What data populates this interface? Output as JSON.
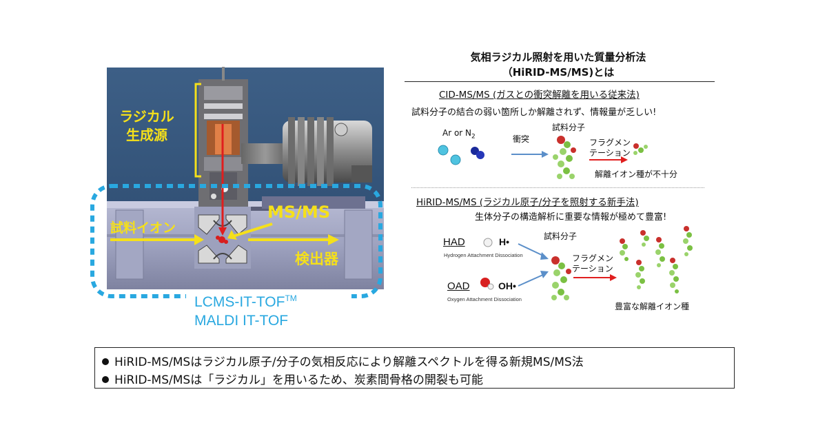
{
  "instrument": {
    "source_label_line1": "ラジカル",
    "source_label_line2": "生成源",
    "ion_label": "試料イオン",
    "msms_label": "MS/MS",
    "detector_label": "検出器",
    "model_line1": "LCMS-IT-TOF",
    "model_line1_sup": "TM",
    "model_line2": "MALDI IT-TOF",
    "colors": {
      "yellow": "#f5e01a",
      "cyan": "#29a8e0",
      "steel": "#8a8fa0"
    }
  },
  "panel": {
    "title_line1": "気相ラジカル照射を用いた質量分析法",
    "title_line2": "（HiRID-MS/MS)とは",
    "cid": {
      "heading": "CID-MS/MS (ガスとの衝突解離を用いる従来法)",
      "description": "試料分子の結合の弱い箇所しか解離されず、情報量が乏しい!",
      "gas_prefix": "Ar or N",
      "gas_sub": "2",
      "collision_label": "衝突",
      "sample_label": "試料分子",
      "frag_line1": "フラグメン",
      "frag_line2": "テーション",
      "result_label": "解離イオン種が不十分"
    },
    "hirid": {
      "heading": "HiRID-MS/MS (ラジカル原子/分子を照射する新手法)",
      "description": "生体分子の構造解析に重要な情報が極めて豊富!",
      "had_label": "HAD",
      "had_radical": "H•",
      "had_full": "Hydrogen Attachment Dissociation",
      "oad_label": "OAD",
      "oad_radical": "OH•",
      "oad_full": "Oxygen Attachment Dissociation",
      "sample_label": "試料分子",
      "frag_line1": "フラグメン",
      "frag_line2": "テーション",
      "result_label": "豊富な解離イオン種"
    }
  },
  "summary": {
    "bullet1": "HiRID-MS/MSはラジカル原子/分子の気相反応により解離スペクトルを得る新規MS/MS法",
    "bullet2": "HiRID-MS/MSは「ラジカル」を用いるため、炭素間骨格の開裂も可能"
  }
}
